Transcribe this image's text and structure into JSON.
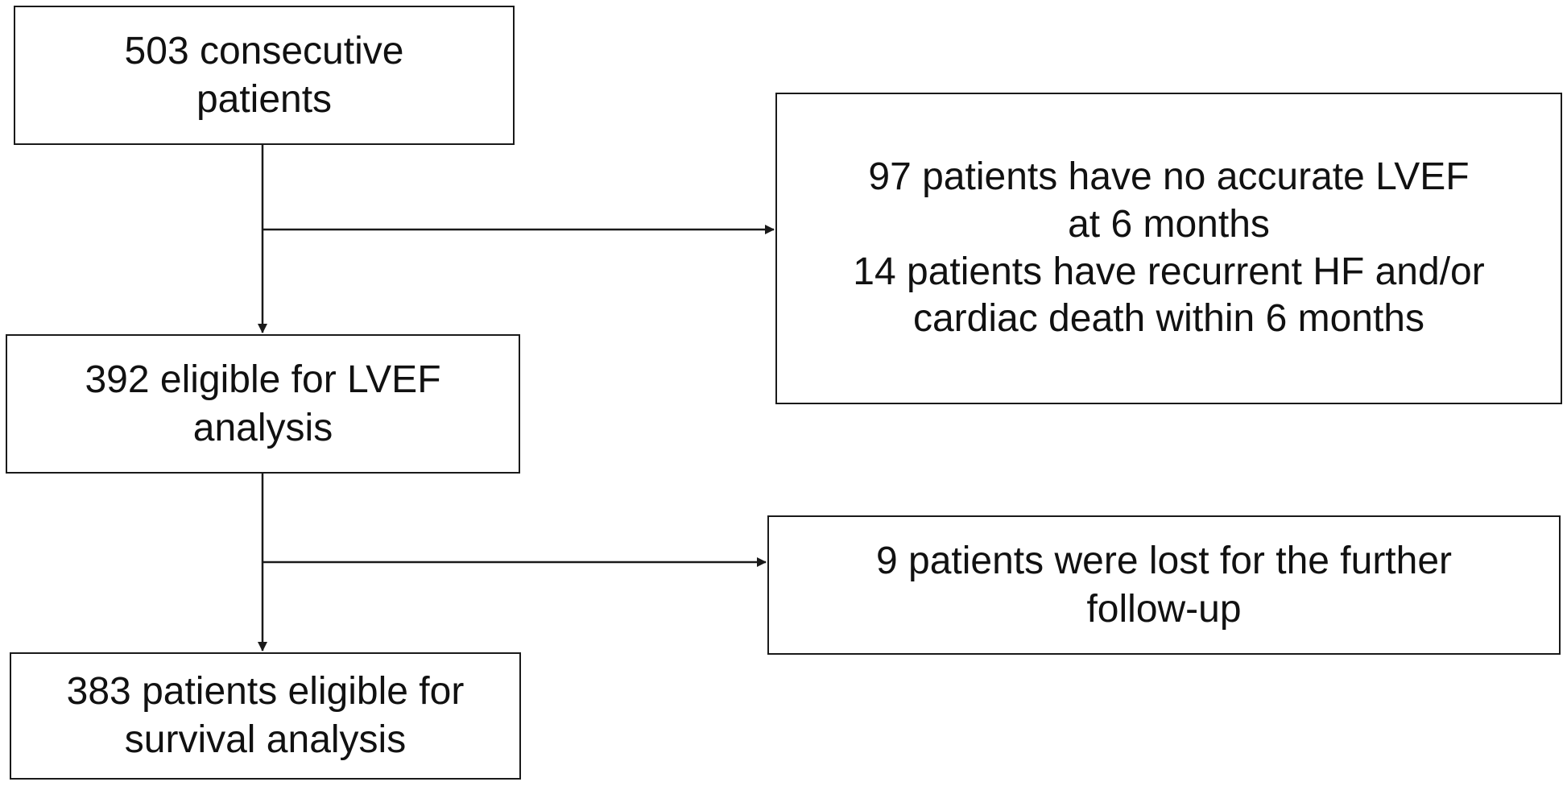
{
  "boxes": {
    "start": {
      "text": "503 consecutive\npatients"
    },
    "lvef_eligible": {
      "text": "392 eligible for LVEF\nanalysis"
    },
    "survival_eligible": {
      "text": "383 patients eligible for\nsurvival analysis"
    },
    "exclusion_1": {
      "text": "97 patients have no accurate LVEF\nat 6 months\n14 patients have recurrent HF and/or\ncardiac death within 6 months"
    },
    "exclusion_2": {
      "text": "9 patients were lost for the further\nfollow-up"
    }
  },
  "colors": {
    "stroke": "#1a1a1a",
    "background": "#ffffff",
    "text": "#111111"
  }
}
